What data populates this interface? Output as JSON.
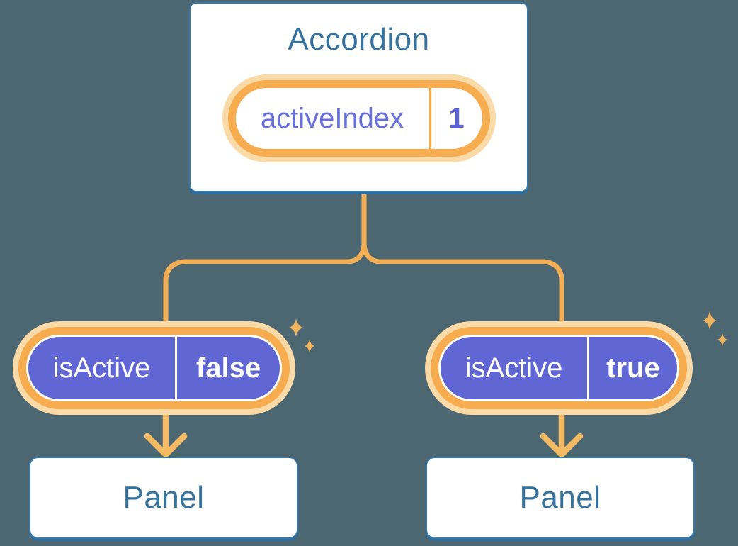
{
  "diagram": {
    "description": "React state diagram: Accordion parent holds activeIndex state and passes isActive props to two Panel children",
    "root": {
      "title": "Accordion",
      "state": {
        "label": "activeIndex",
        "value": "1"
      }
    },
    "children": [
      {
        "prop": {
          "label": "isActive",
          "value": "false"
        },
        "panel": {
          "title": "Panel"
        }
      },
      {
        "prop": {
          "label": "isActive",
          "value": "true"
        },
        "panel": {
          "title": "Panel"
        }
      }
    ],
    "icons": {
      "sparkle": "sparkle-icon"
    },
    "colors": {
      "background": "#4C6772",
      "box_border": "#3879A9",
      "box_shadow": "#2E6E9E",
      "box_text": "#35739E",
      "pill_ring_orange": "#F6AC4F",
      "pill_glow": "#FADAA7",
      "connector_line": "#F2AF56",
      "arrow": "#F5BA64",
      "sparkle": "#F0B45F",
      "prop_pill_fill": "#6066D4",
      "prop_pill_text": "#FFFFFF",
      "state_label_text": "#6770DB",
      "state_value_text": "#5A62D5"
    }
  }
}
